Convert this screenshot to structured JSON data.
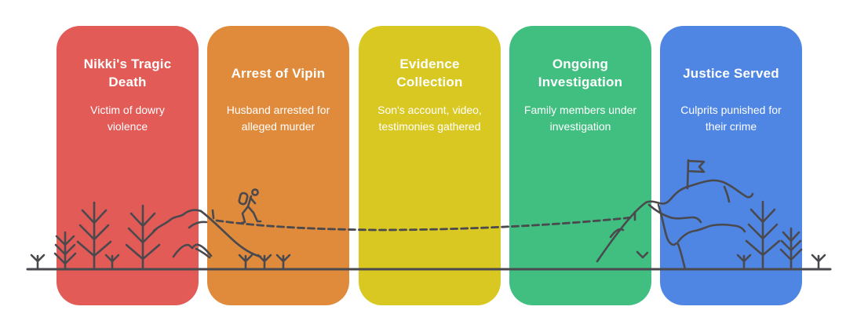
{
  "palette": {
    "red": "#E25B57",
    "orange": "#E08B3C",
    "yellow": "#D9C822",
    "green": "#40BF81",
    "blue": "#4F86E4",
    "line": "#4A494E",
    "text": "#FFFFFF",
    "background": "#FFFFFF"
  },
  "timeline": {
    "steps": [
      {
        "title": "Nikki's Tragic Death",
        "subtitle": "Victim of dowry violence",
        "color": "#E25B57"
      },
      {
        "title": "Arrest of Vipin",
        "subtitle": "Husband arrested for alleged murder",
        "color": "#E08B3C"
      },
      {
        "title": "Evidence Collection",
        "subtitle": "Son's account, video, testimonies gathered",
        "color": "#D9C822"
      },
      {
        "title": "Ongoing Investigation",
        "subtitle": "Family members under investigation",
        "color": "#40BF81"
      },
      {
        "title": "Justice Served",
        "subtitle": "Culprits punished for their crime",
        "color": "#4F86E4"
      }
    ]
  },
  "illustration": {
    "icons": [
      "ground-line",
      "sprout-icon",
      "pine-tree-icon",
      "hill-ridge-line",
      "small-hill-line",
      "hiker-icon",
      "dashed-trail-path",
      "trail-start-tick",
      "trail-end-tick",
      "mountain-icon",
      "flag-icon"
    ]
  }
}
